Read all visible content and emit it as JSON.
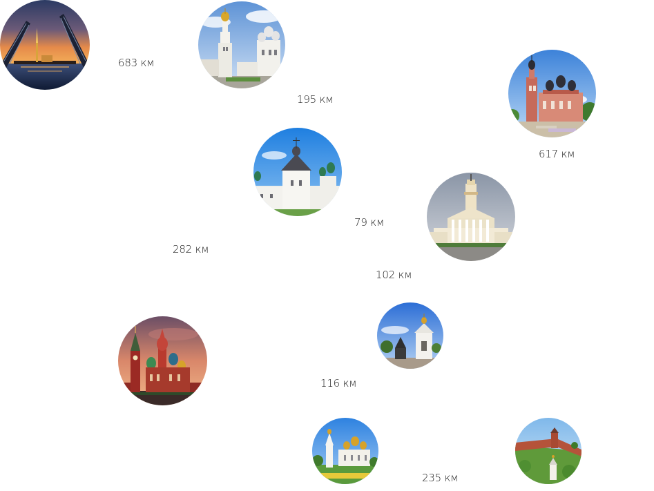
{
  "distances": {
    "d683": "683 км",
    "d195": "195 км",
    "d617": "617 км",
    "d79": "79 км",
    "d282": "282 км",
    "d102": "102 км",
    "d116": "116 км",
    "d235": "235 км"
  },
  "colors": {
    "text": "#1a1a1a",
    "background": "#ffffff"
  }
}
